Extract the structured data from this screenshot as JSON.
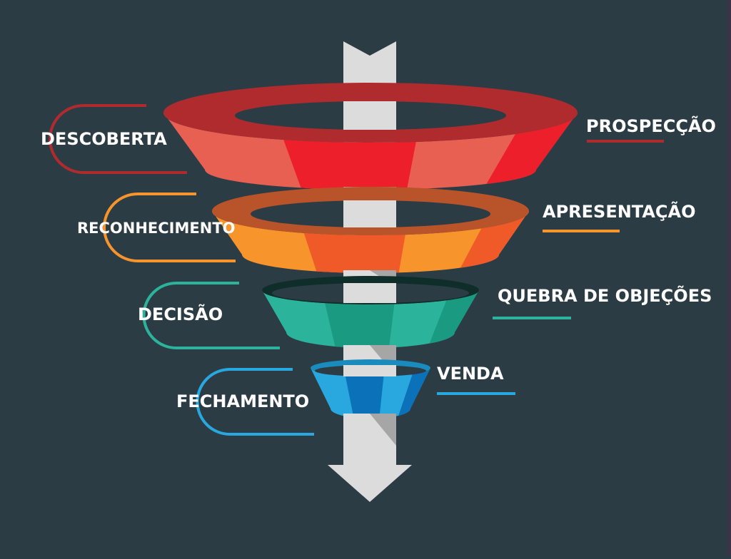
{
  "stages": [
    {
      "left_label": "DESCOBERTA",
      "right_label": "PROSPECÇÃO",
      "color_light": "#e86052",
      "color_dark": "#ec1f2b",
      "color_top": "#b02b2e",
      "accent": "#b02b2e"
    },
    {
      "left_label": "RECONHECIMENTO",
      "right_label": "APRESENTAÇÃO",
      "color_light": "#f7942b",
      "color_dark": "#f05a28",
      "color_top": "#b8532a",
      "accent": "#f7942b"
    },
    {
      "left_label": "DECISÃO",
      "right_label": "QUEBRA DE OBJEÇÕES",
      "color_light": "#2bb39b",
      "color_dark": "#1a9a80",
      "color_top": "#0f2e2a",
      "accent": "#2bb39b"
    },
    {
      "left_label": "FECHAMENTO",
      "right_label": "VENDA",
      "color_light": "#29a8e0",
      "color_dark": "#0b72b9",
      "color_top": "#1a8bbd",
      "accent": "#29a8e0"
    }
  ],
  "colors": {
    "background": "#2b3c45",
    "arrow": "#dcdcdc",
    "arrow_shadow": "#a6a6a6"
  }
}
